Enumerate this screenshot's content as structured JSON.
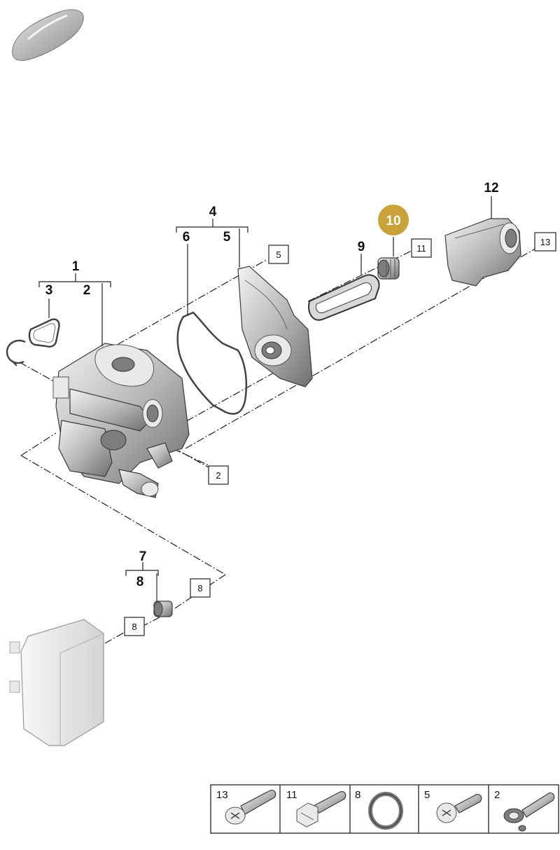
{
  "callouts": {
    "c1": "1",
    "c2": "2",
    "c3": "3",
    "c4": "4",
    "c5": "5",
    "c6": "6",
    "c7": "7",
    "c8": "8",
    "c9": "9",
    "c10": "10",
    "c12": "12"
  },
  "refs": {
    "r5": "5",
    "r11": "11",
    "r13": "13",
    "r2": "2",
    "r8a": "8",
    "r8b": "8"
  },
  "highlight_color": "#c9a23a",
  "hardware_table": [
    {
      "label": "13",
      "icon": "flange-bolt-icon"
    },
    {
      "label": "11",
      "icon": "hex-bolt-icon"
    },
    {
      "label": "8",
      "icon": "o-ring-icon"
    },
    {
      "label": "5",
      "icon": "torx-bolt-icon"
    },
    {
      "label": "2",
      "icon": "stud-bolt-icon"
    }
  ]
}
